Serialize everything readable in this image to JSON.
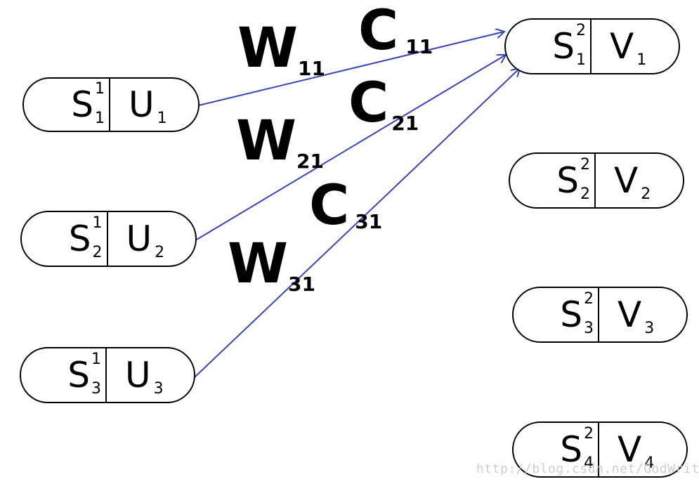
{
  "left_nodes": [
    {
      "s": "S",
      "s_sup": "1",
      "s_sub": "1",
      "u": "U",
      "u_sub": "1"
    },
    {
      "s": "S",
      "s_sup": "1",
      "s_sub": "2",
      "u": "U",
      "u_sub": "2"
    },
    {
      "s": "S",
      "s_sup": "1",
      "s_sub": "3",
      "u": "U",
      "u_sub": "3"
    }
  ],
  "right_nodes": [
    {
      "s": "S",
      "s_sup": "2",
      "s_sub": "1",
      "v": "V",
      "v_sub": "1"
    },
    {
      "s": "S",
      "s_sup": "2",
      "s_sub": "2",
      "v": "V",
      "v_sub": "2"
    },
    {
      "s": "S",
      "s_sup": "2",
      "s_sub": "3",
      "v": "V",
      "v_sub": "3"
    },
    {
      "s": "S",
      "s_sup": "2",
      "s_sub": "4",
      "v": "V",
      "v_sub": "4"
    }
  ],
  "weight_labels": [
    {
      "main": "W",
      "sub": "11"
    },
    {
      "main": "W",
      "sub": "21"
    },
    {
      "main": "W",
      "sub": "31"
    }
  ],
  "c_labels": [
    {
      "main": "C",
      "sub": "11"
    },
    {
      "main": "C",
      "sub": "21"
    },
    {
      "main": "C",
      "sub": "31"
    }
  ],
  "edge_color": "#3b44b8",
  "watermark": "http://blog.csdn.net/GodWriter"
}
